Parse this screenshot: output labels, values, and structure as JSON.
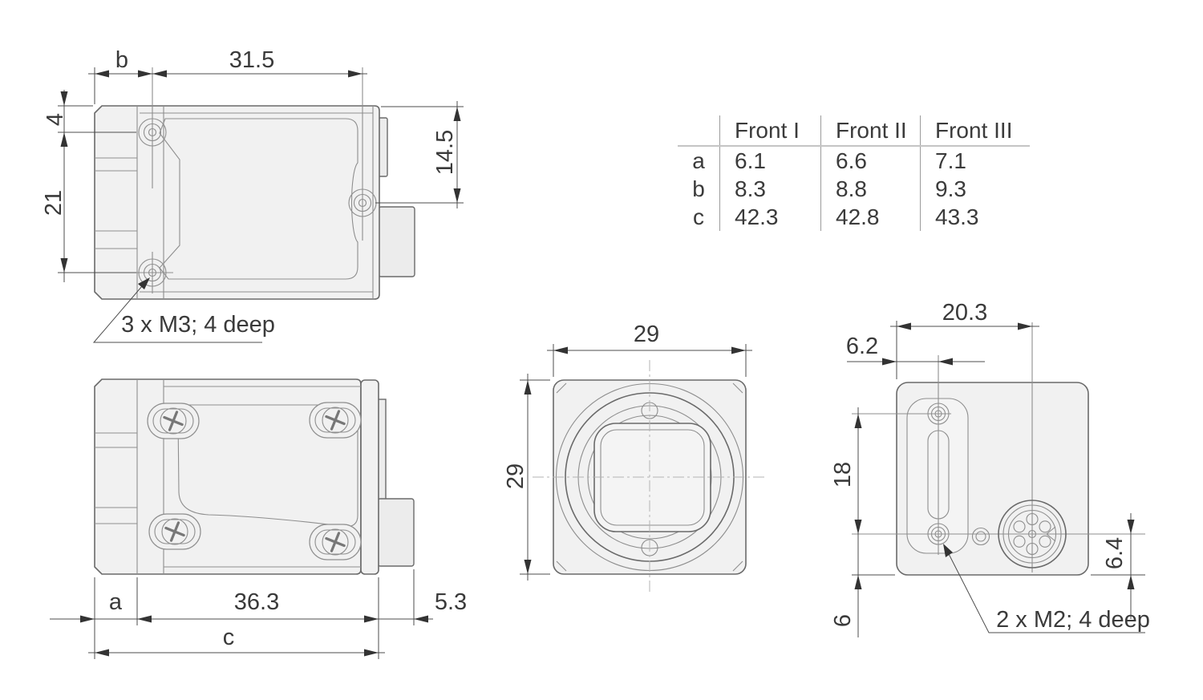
{
  "drawing": {
    "side_top_view": {
      "dim_b": "b",
      "dim_width": "31.5",
      "dim_4": "4",
      "dim_21": "21",
      "dim_14_5": "14.5",
      "note": "3 x M3; 4 deep"
    },
    "side_bottom_view": {
      "dim_a": "a",
      "dim_36_3": "36.3",
      "dim_5_3": "5.3",
      "dim_c": "c"
    },
    "front_view": {
      "dim_width": "29",
      "dim_height": "29"
    },
    "back_view": {
      "dim_20_3": "20.3",
      "dim_6_2": "6.2",
      "dim_18": "18",
      "dim_6": "6",
      "dim_6_4": "6.4",
      "note": "2 x M2; 4 deep"
    }
  },
  "table": {
    "columns": [
      "Front I",
      "Front II",
      "Front III"
    ],
    "rows": [
      {
        "label": "a",
        "values": [
          "6.1",
          "6.6",
          "7.1"
        ]
      },
      {
        "label": "b",
        "values": [
          "8.3",
          "8.8",
          "9.3"
        ]
      },
      {
        "label": "c",
        "values": [
          "42.3",
          "42.8",
          "43.3"
        ]
      }
    ]
  }
}
